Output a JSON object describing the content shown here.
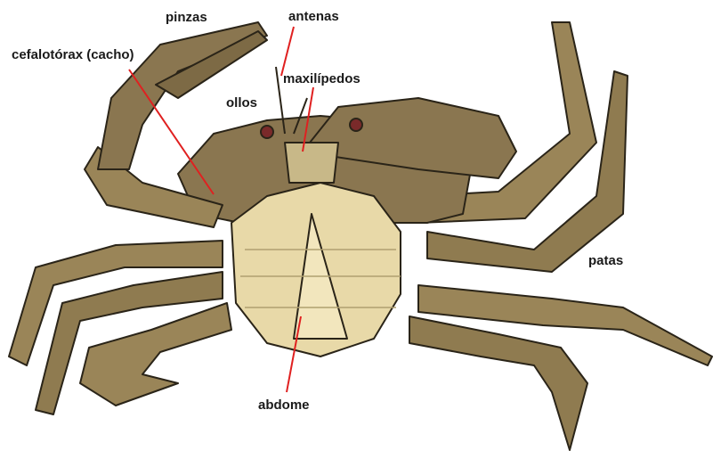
{
  "labels": {
    "pinzas": "pinzas",
    "antenas": "antenas",
    "cefalotorax": "cefalotórax (cacho)",
    "maxilipedos": "maxilípedos",
    "ollos": "ollos",
    "patas": "patas",
    "abdome": "abdome"
  },
  "colors": {
    "leader_line": "#e02020",
    "shell": "#8a7650",
    "leg": "#9a8558",
    "abdomen": "#e8d9a8",
    "outline": "#2a2418"
  }
}
